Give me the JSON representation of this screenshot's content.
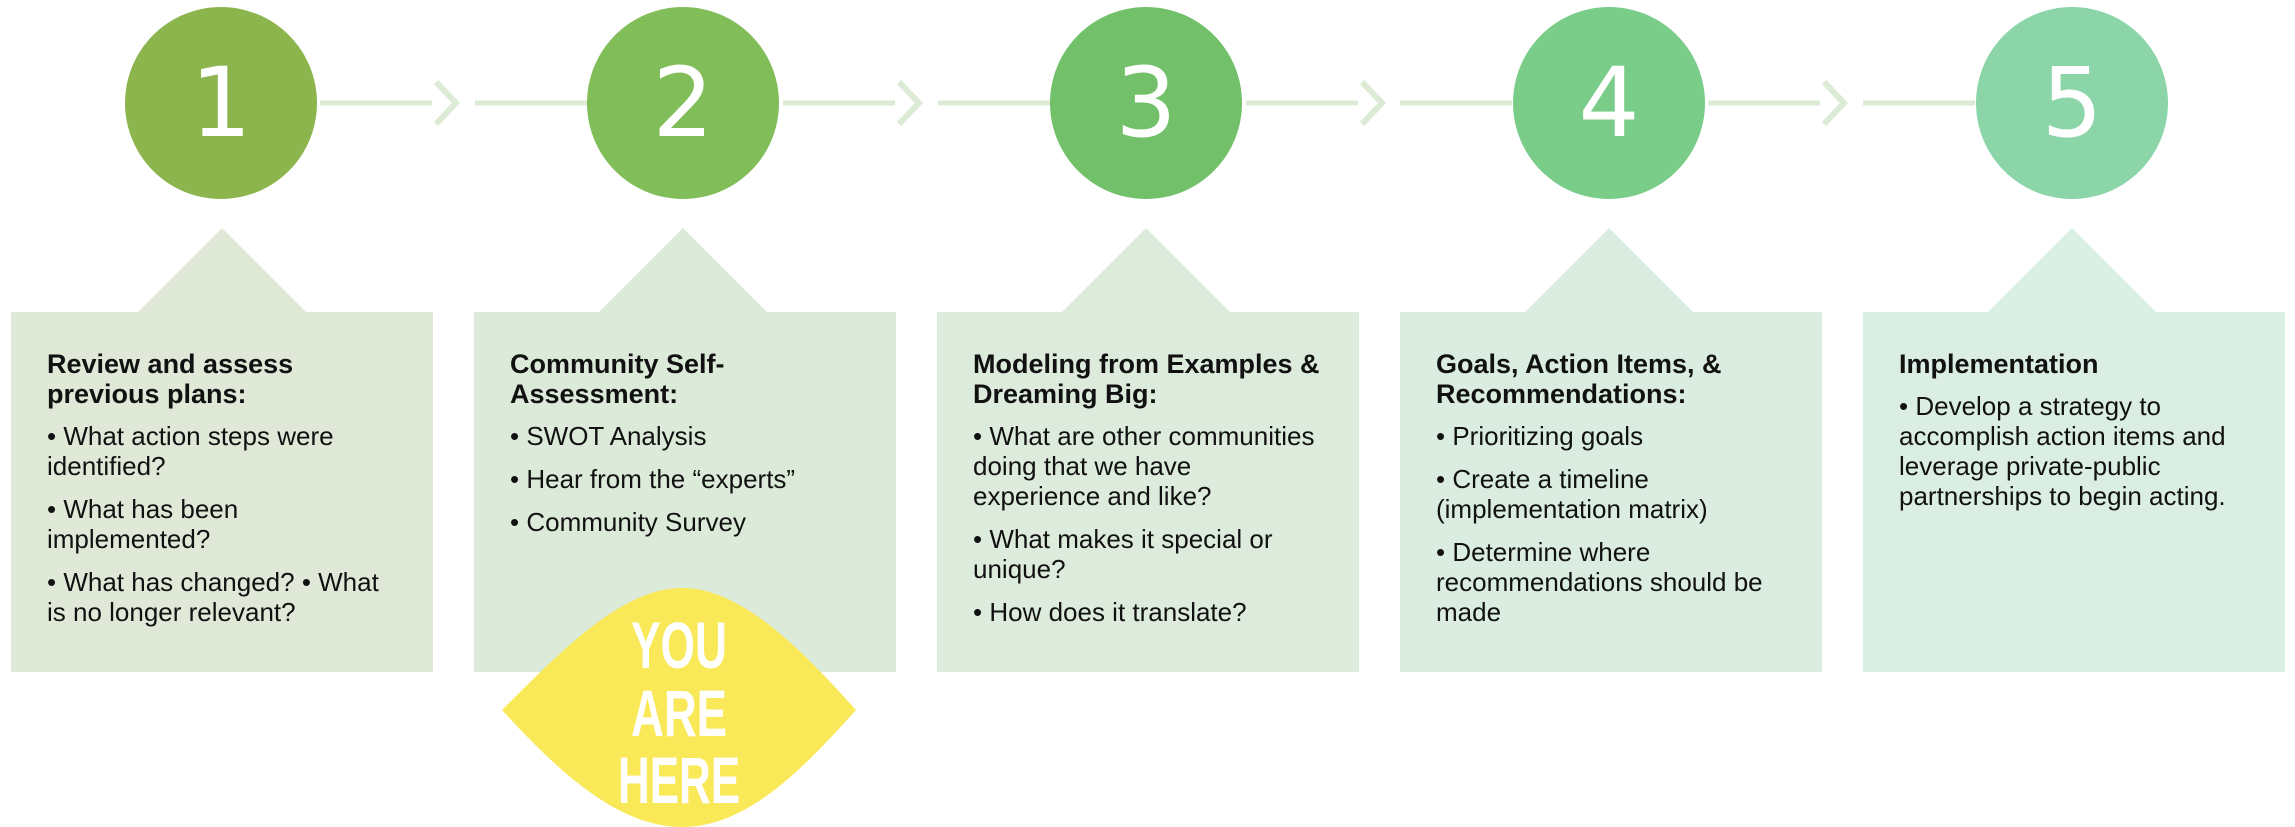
{
  "colors": {
    "circle_1": "#8db54e",
    "circle_2": "#81bd58",
    "circle_3": "#72c16a",
    "circle_4": "#79cd89",
    "circle_5": "#8bd5a9",
    "box_1": "#e0e9d8",
    "box_2": "#dcebd9",
    "box_3": "#dcebdc",
    "box_4": "#daede0",
    "box_5": "#dbeee3",
    "connector": "#dcebd6",
    "badge": "#f9e959",
    "badge_text": "#ffffff"
  },
  "steps": [
    {
      "number": "1",
      "title": "Review and assess previous plans:",
      "bullets": [
        "• What action steps were identified?",
        "• What has been implemented?",
        "• What has changed? • What is no longer relevant?"
      ]
    },
    {
      "number": "2",
      "title": "Community Self-Assessment:",
      "bullets": [
        "• SWOT Analysis",
        "• Hear from the “experts”",
        "• Community Survey"
      ]
    },
    {
      "number": "3",
      "title": "Modeling from Examples & Dreaming Big:",
      "bullets": [
        "• What are other communities doing that we have experience and like?",
        "• What makes it special or unique?",
        "• How does it translate?"
      ]
    },
    {
      "number": "4",
      "title": "Goals, Action Items, & Recommendations:",
      "bullets": [
        "• Prioritizing goals",
        "• Create a timeline (implementation matrix)",
        "• Determine where recommendations should be made"
      ]
    },
    {
      "number": "5",
      "title": "Implementation",
      "bullets": [
        "• Develop a strategy to accomplish action items and leverage private-public partnerships to begin acting."
      ]
    }
  ],
  "badge": {
    "lines": [
      "YOU",
      "ARE",
      "HERE"
    ]
  }
}
